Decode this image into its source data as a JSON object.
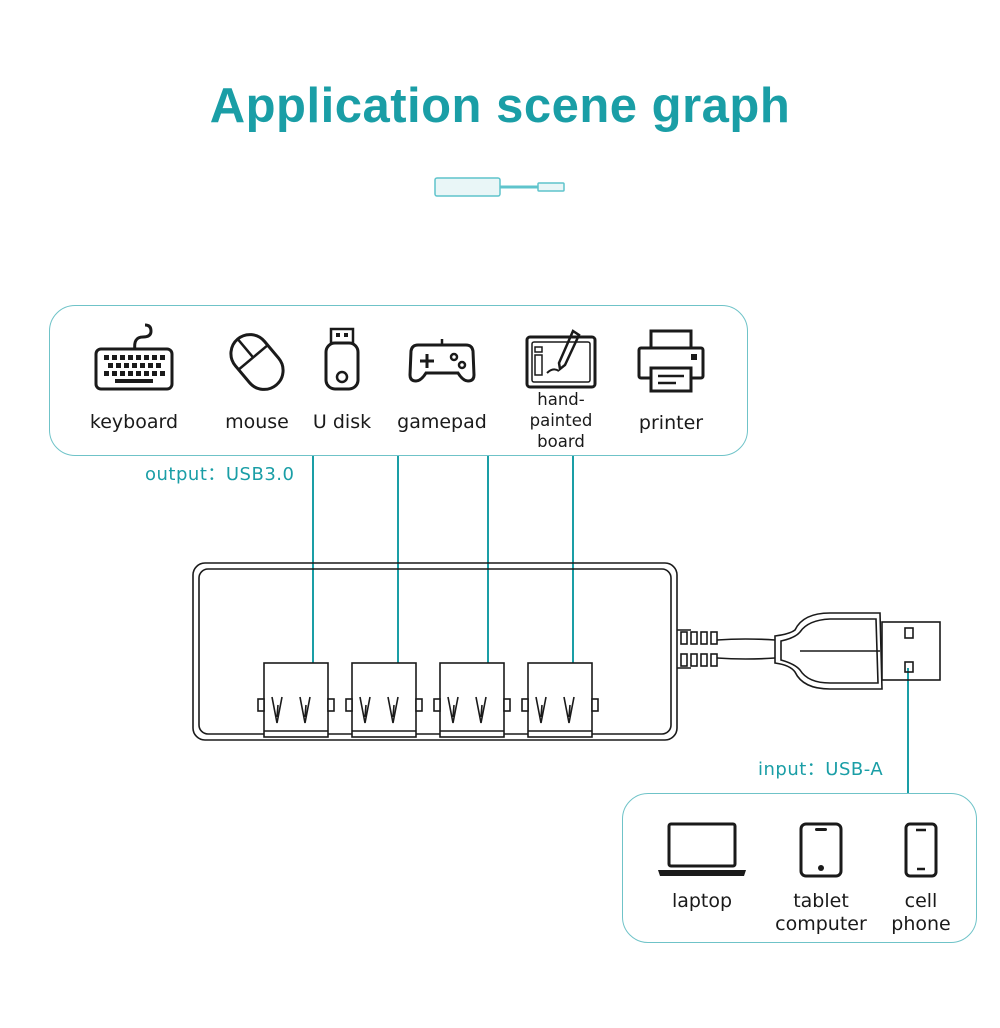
{
  "title": "Application scene graph",
  "output_caption": "output：USB3.0",
  "input_caption": "input：USB-A",
  "output_devices": [
    {
      "label": "keyboard",
      "icon": "keyboard-icon"
    },
    {
      "label": "mouse",
      "icon": "mouse-icon"
    },
    {
      "label": "U disk",
      "icon": "usb-drive-icon"
    },
    {
      "label": "gamepad",
      "icon": "gamepad-icon"
    },
    {
      "label": "hand-\npainted\nboard",
      "icon": "drawing-tablet-icon"
    },
    {
      "label": "printer",
      "icon": "printer-icon"
    }
  ],
  "input_devices": [
    {
      "label": "laptop",
      "icon": "laptop-icon"
    },
    {
      "label": "tablet\ncomputer",
      "icon": "tablet-icon"
    },
    {
      "label": "cell\nphone",
      "icon": "phone-icon"
    }
  ],
  "colors": {
    "accent": "#1a9ea6",
    "border": "#6fc3c8",
    "stroke": "#1a1a1a"
  }
}
